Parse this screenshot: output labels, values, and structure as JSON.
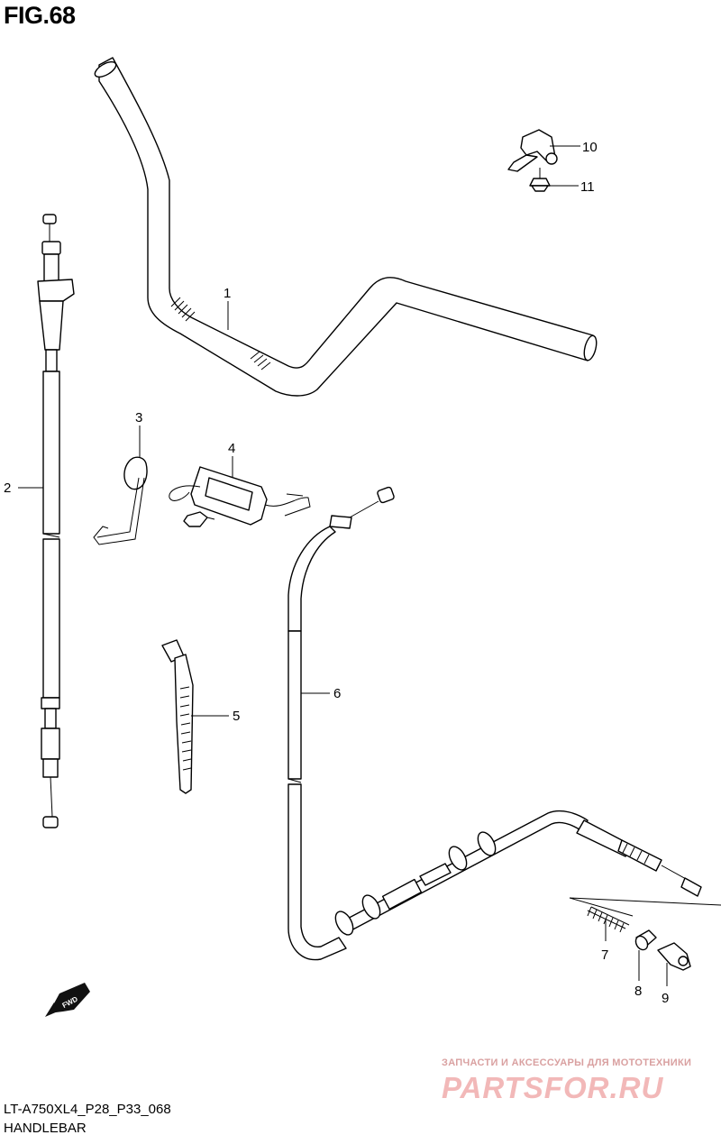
{
  "figure": {
    "title": "FIG.68"
  },
  "footer": {
    "model_code": "LT-A750XL4_P28_P33_068",
    "section_name": "HANDLEBAR"
  },
  "direction_badge": {
    "text": "FWD"
  },
  "watermark": {
    "tagline": "ЗАПЧАСТИ И АКСЕССУАРЫ ДЛЯ МОТОТЕХНИКИ",
    "brand": "PARTSFOR.RU"
  },
  "callouts": [
    "1",
    "2",
    "3",
    "4",
    "5",
    "6",
    "7",
    "8",
    "9",
    "10",
    "11"
  ]
}
